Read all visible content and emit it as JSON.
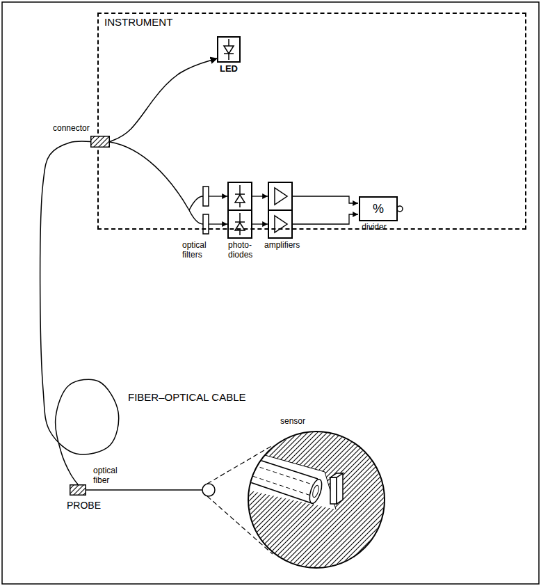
{
  "diagram": {
    "nodes": [
      {
        "text": [
          "INSTRUMENT"
        ]
      },
      {
        "text": [
          "LED"
        ],
        "in": 0
      },
      {
        "text": [
          "%",
          "divider"
        ],
        "in": 0
      },
      {
        "text": [
          "connector"
        ]
      },
      {
        "text": [
          "PROBE"
        ]
      },
      {
        "text": [
          "sensor"
        ]
      }
    ],
    "edges": [
      {
        "from": 3,
        "to": 1,
        "arrow": "to"
      },
      {
        "from": 3,
        "to": 4,
        "arrow": "none"
      }
    ],
    "labels": [
      "optical filters",
      "photo- diodes",
      "amplifiers",
      "FIBER–OPTICAL CABLE",
      "optical fiber"
    ]
  }
}
